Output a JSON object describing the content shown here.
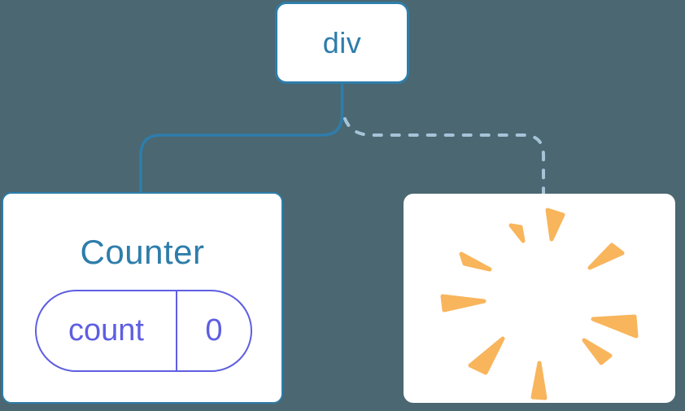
{
  "diagram": {
    "root_node": {
      "label": "div"
    },
    "counter_node": {
      "title": "Counter",
      "state": {
        "key": "count",
        "value": "0"
      }
    },
    "removed_node": {
      "icon": "poof-burst-icon"
    },
    "connectors": {
      "left": "solid-link",
      "right": "dashed-link"
    }
  },
  "colors": {
    "background": "#4b6771",
    "node_blue": "#2e7dab",
    "indigo": "#5e5ee2",
    "dashed_blue": "#a6c4d8",
    "burst_orange": "#f8b55c",
    "card_white": "#ffffff"
  }
}
